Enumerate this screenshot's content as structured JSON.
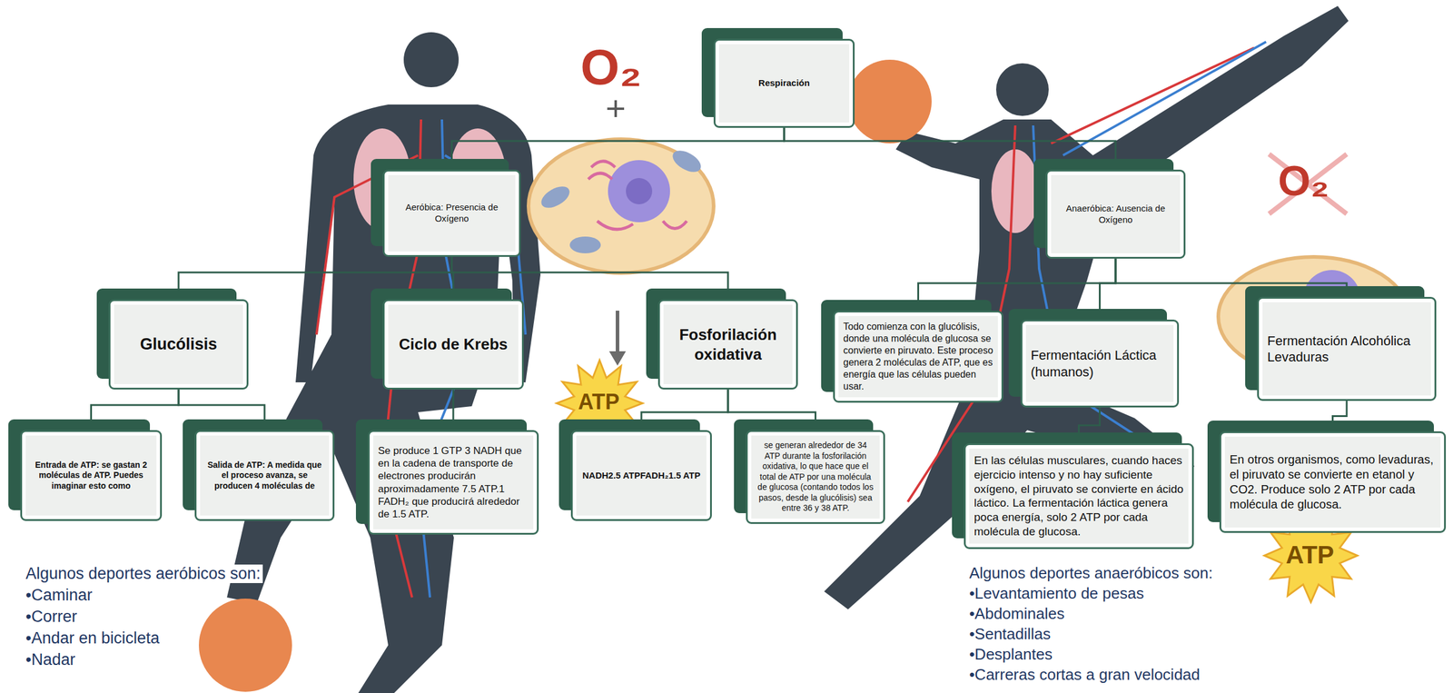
{
  "diagram": {
    "nodes": [
      {
        "text": [
          "Respiración"
        ]
      },
      {
        "text": [
          "Aeróbica: Presencia de Oxígeno"
        ]
      },
      {
        "text": [
          "Anaeróbica: Ausencia de Oxígeno"
        ]
      },
      {
        "text": [
          "Glucólisis"
        ]
      },
      {
        "text": [
          "Ciclo de Krebs"
        ]
      },
      {
        "text": [
          "Fosforilación oxidativa"
        ]
      },
      {
        "text": [
          "Todo comienza con la glucólisis, donde una molécula de glucosa se convierte en piruvato. Este proceso genera 2 moléculas de ATP, que es energía que las células pueden usar."
        ]
      },
      {
        "text": [
          "Fermentación Láctica (humanos)"
        ]
      },
      {
        "text": [
          "Fermentación Alcohólica Levaduras"
        ]
      },
      {
        "text": [
          "Entrada de ATP: se gastan 2 moléculas de ATP. Puedes imaginar esto como"
        ]
      },
      {
        "text": [
          "Salida de ATP: A medida que el proceso avanza, se producen 4 moléculas de"
        ]
      },
      {
        "text": [
          "Se produce 1 GTP 3 NADH que en la cadena de transporte de electrones producirán aproximadamente 7.5 ATP.1 FADH₂ que producirá alrededor de 1.5 ATP."
        ]
      },
      {
        "text": [
          "NADH2.5 ATPFADH₂1.5 ATP"
        ]
      },
      {
        "text": [
          "se generan alrededor de 34 ATP durante la fosforilación oxidativa, lo que hace que el total de ATP por una molécula de glucosa (contando todos los pasos, desde la glucólisis) sea entre 36 y 38 ATP."
        ]
      },
      {
        "text": [
          "En las células musculares, cuando haces ejercicio intenso y no hay suficiente oxígeno, el piruvato se convierte en ácido láctico. La fermentación láctica genera poca energía, solo 2 ATP por cada molécula de glucosa."
        ]
      },
      {
        "text": [
          "En otros organismos, como levaduras, el piruvato se convierte en etanol y CO2. Produce solo 2 ATP por cada molécula de glucosa."
        ]
      }
    ],
    "edges": [
      {
        "from": 0,
        "to": 1,
        "arrow": "none"
      },
      {
        "from": 0,
        "to": 2,
        "arrow": "none"
      },
      {
        "from": 1,
        "to": 3,
        "arrow": "none"
      },
      {
        "from": 1,
        "to": 4,
        "arrow": "none"
      },
      {
        "from": 1,
        "to": 5,
        "arrow": "none"
      },
      {
        "from": 2,
        "to": 6,
        "arrow": "none"
      },
      {
        "from": 2,
        "to": 7,
        "arrow": "none"
      },
      {
        "from": 2,
        "to": 8,
        "arrow": "none"
      },
      {
        "from": 3,
        "to": 9,
        "arrow": "none"
      },
      {
        "from": 3,
        "to": 10,
        "arrow": "none"
      },
      {
        "from": 4,
        "to": 11,
        "arrow": "none"
      },
      {
        "from": 5,
        "to": 12,
        "arrow": "none"
      },
      {
        "from": 5,
        "to": 13,
        "arrow": "none"
      },
      {
        "from": 7,
        "to": 14,
        "arrow": "none"
      },
      {
        "from": 8,
        "to": 15,
        "arrow": "none"
      }
    ],
    "labels": [
      "O₂",
      "+",
      "O₂",
      "ATP",
      "ATP",
      "Algunos deportes aeróbicos son:",
      "•Caminar",
      "•Correr",
      "•Andar en bicicleta",
      "•Nadar",
      "Algunos deportes anaeróbicos son:",
      "•Levantamiento de pesas",
      "•Abdominales",
      "•Sentadillas",
      "•Desplantes",
      "•Carreras cortas a gran velocidad"
    ]
  }
}
